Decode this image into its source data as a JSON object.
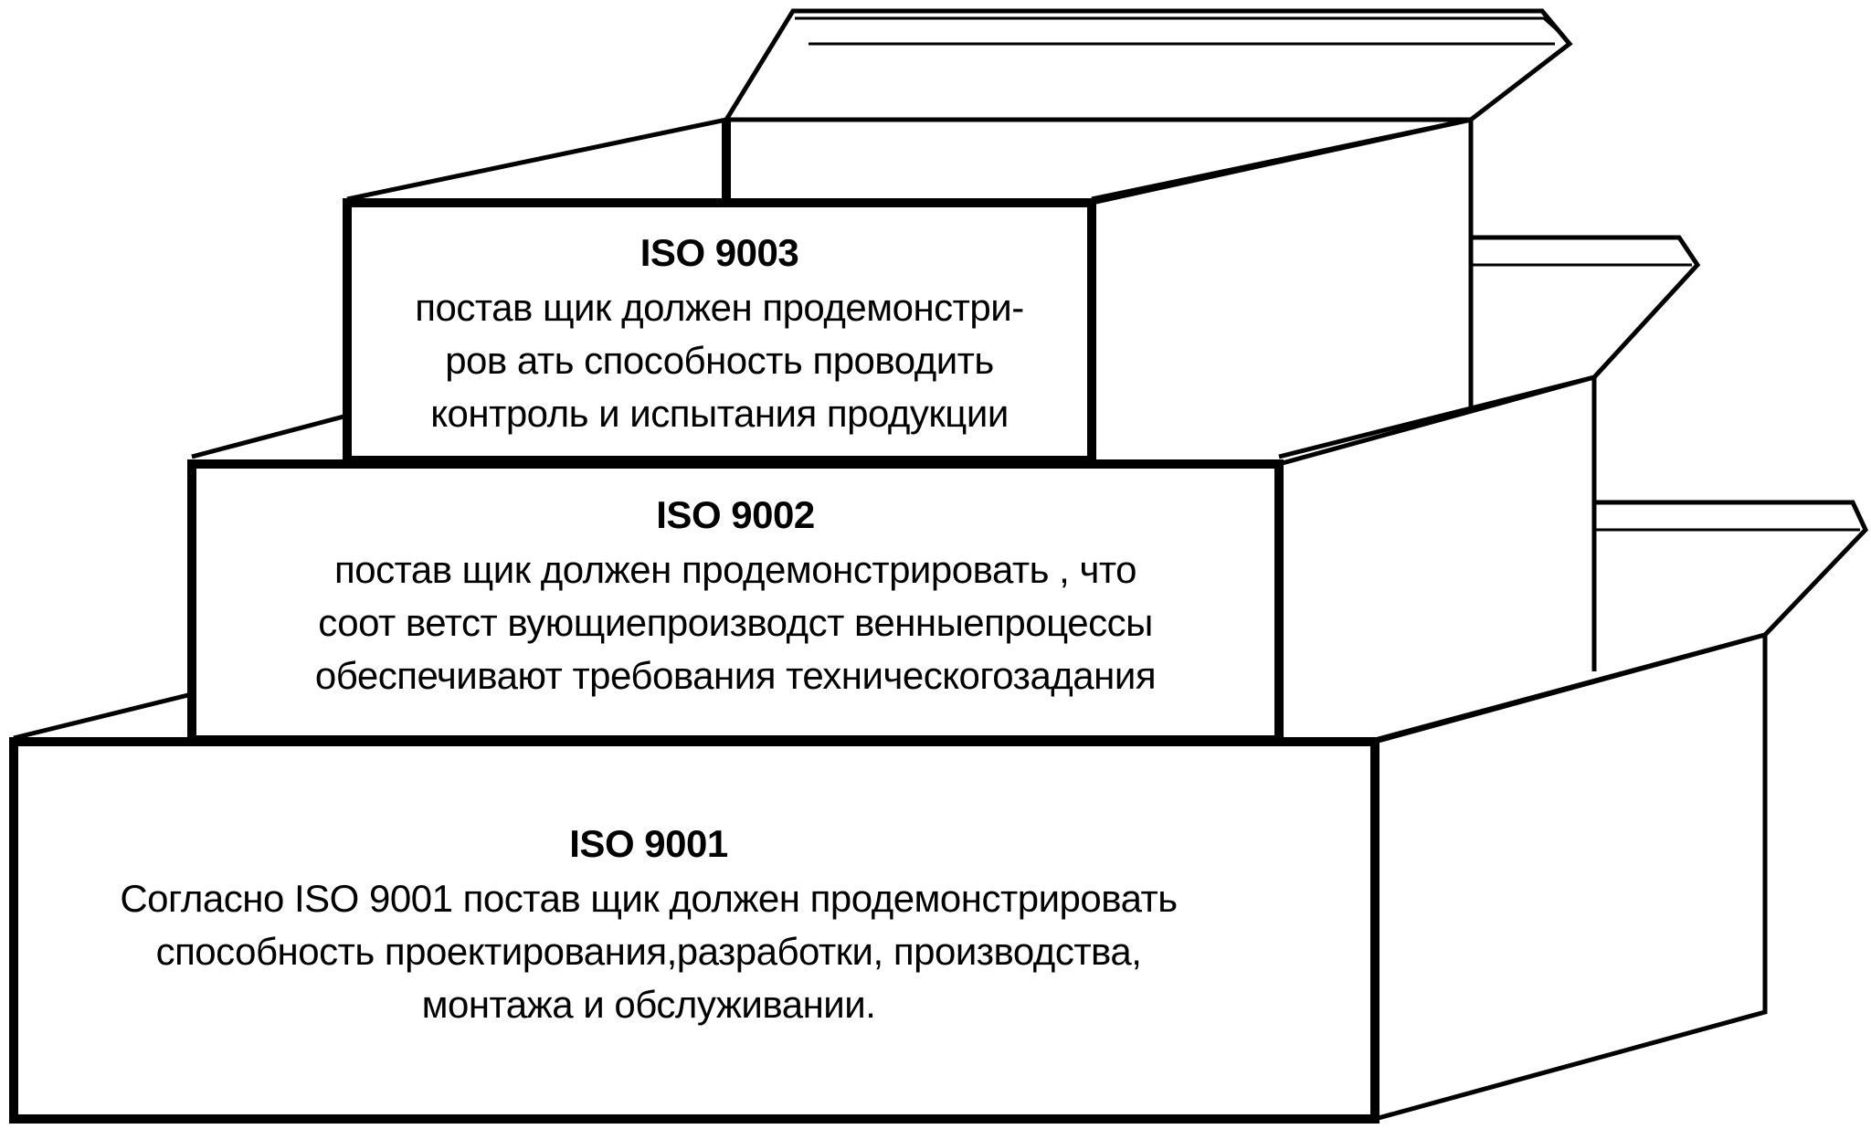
{
  "boxes": [
    {
      "id": "iso-9003",
      "title": "ISO 9003",
      "lines": [
        "постав щик должен продемонстри-",
        "ров ать способность проводить",
        "контроль и испытания продукции"
      ]
    },
    {
      "id": "iso-9002",
      "title": "ISO 9002",
      "lines": [
        "постав щик должен продемонстрировать , что",
        "соот ветст вующиепроизводст венныепроцессы",
        "обеспечивают требования техническогозадания"
      ]
    },
    {
      "id": "iso-9001",
      "title": "ISO 9001",
      "lines": [
        "Согласно  ISO 9001   постав щик должен продемонстрировать",
        "способность проектирования,разработки, производства,",
        "монтажа и обслуживании."
      ]
    }
  ],
  "colors": {
    "stroke": "#000000",
    "fill": "#ffffff",
    "text": "#000000"
  }
}
